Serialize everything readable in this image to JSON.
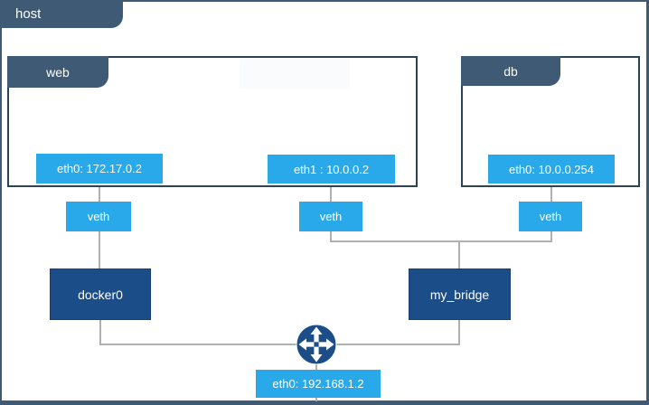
{
  "host": {
    "label": "host",
    "interface_label": "eth0: 192.168.1.2"
  },
  "containers": {
    "web": {
      "label": "web",
      "eth0_label": "eth0: 172.17.0.2",
      "eth1_label": "eth1 : 10.0.0.2"
    },
    "db": {
      "label": "db",
      "eth0_label": "eth0: 10.0.0.254"
    }
  },
  "veths": {
    "web_eth0": "veth",
    "web_eth1": "veth",
    "db_eth0": "veth"
  },
  "bridges": {
    "docker0_label": "docker0",
    "my_bridge_label": "my_bridge"
  },
  "icons": {
    "router": "router-crossed-arrows-icon"
  },
  "colors": {
    "slate_tab": "#3E5A74",
    "container_border": "#2C4257",
    "azure_box": "#29A9E9",
    "navy_box": "#1B4E88",
    "connector_line": "#B0B0B0"
  }
}
